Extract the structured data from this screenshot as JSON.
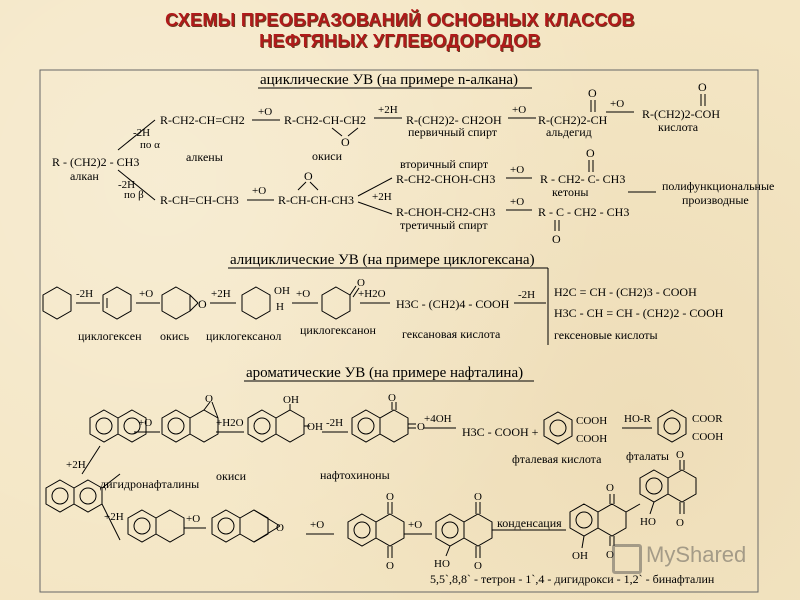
{
  "title": {
    "line1": "СХЕМЫ ПРЕОБРАЗОВАНИЙ ОСНОВНЫХ КЛАССОВ",
    "line2": "НЕФТЯНЫХ УГЛЕВОДОРОДОВ"
  },
  "acyclic": {
    "header": "ациклические  УВ  (на примере n-алкана)",
    "start_formula": "R - (CH2)2 - CH3",
    "start_label": "алкан",
    "top_branch": {
      "reagent": "-2H",
      "position": "по α"
    },
    "bottom_branch": {
      "reagent": "-2H",
      "position": "по β"
    },
    "alkene1": "R-CH2-CH=CH2",
    "alkenes_label": "алкены",
    "alkene2": "R-CH=CH-CH3",
    "epoxide1": "R-CH2-CH-CH2",
    "epoxide_o1": "O",
    "epoxides_label": "окиси",
    "epoxide2": "R-CH-CH-CH3",
    "epoxide_o2": "O",
    "primary_alcohol": "R-(CH2)2- CH2OH",
    "primary_alcohol_label": "первичный спирт",
    "aldehyde": "R-(CH2)2-CH",
    "aldehyde_o": "O",
    "aldehyde_label": "альдегид",
    "acid": "R-(CH2)2-COH",
    "acid_o": "O",
    "acid_label": "кислота",
    "secondary_alcohol_label": "вторичный спирт",
    "secondary_alcohol": "R-CH2-CHOH-CH3",
    "tertiary_alcohol": "R-CHOH-CH2-CH3",
    "tertiary_alcohol_label": "третичный спирт",
    "ketone1": "R - CH2- C- CH3",
    "ketone1_o": "O",
    "ketones_label": "кетоны",
    "ketone2": "R - C - CH2 - CH3",
    "ketone2_o": "O",
    "polyfunctional_line1": "полифункциональные",
    "polyfunctional_line2": "производные",
    "reagent_o": "+O",
    "reagent_2h": "+2H"
  },
  "alicyclic": {
    "header": "алициклические  УВ  (на примере циклогексана)",
    "reagent_m2h": "-2H",
    "reagent_o": "+O",
    "reagent_2h": "+2H",
    "reagent_h2o": "+H2O",
    "epoxide_o": "O",
    "oh_label": "OH",
    "h_label": "H",
    "ketone_o": "O",
    "cyclohexene_label": "циклогексен",
    "epoxide_label": "окись",
    "cyclohexanol_label": "циклогексанол",
    "cyclohexanone_label": "циклогексанон",
    "hexanoic_acid": "H3C - (CH2)4 - COOH",
    "hexanoic_label": "гексановая кислота",
    "hexenoic1": "H2C = CH - (CH2)3 - COOH",
    "hexenoic2": "H3C - CH = CH - (CH2)2 - COOH",
    "hexenoic_label": "гексеновые кислоты"
  },
  "aromatic": {
    "header": "ароматические  УВ  (на примере нафталина)",
    "reagent_o": "+O",
    "reagent_h2o": "+H2O",
    "reagent_m2h": "-2H",
    "reagent_4oh": "+4OH",
    "reagent_2h": "+2H",
    "o_label": "O",
    "oh_label": "OH",
    "ho_label": "HO",
    "acetic": "H3C - COOH +",
    "cooh": "COOH",
    "phthalic_label": "фталевая кислота",
    "hor": "HO-R",
    "coor": "COOR",
    "phthalates_label": "фталаты",
    "dihydro_label": "дигидронафталины",
    "epoxides_label": "окиси",
    "naphthoquinones_label": "нафтохиноны",
    "condensation_label": "конденсация",
    "bottom_caption": "5,5`,8,8` - тетрон - 1`,4  - дигидрокси - 1,2` - бинафталин"
  },
  "watermark": {
    "text": "MyShared"
  }
}
